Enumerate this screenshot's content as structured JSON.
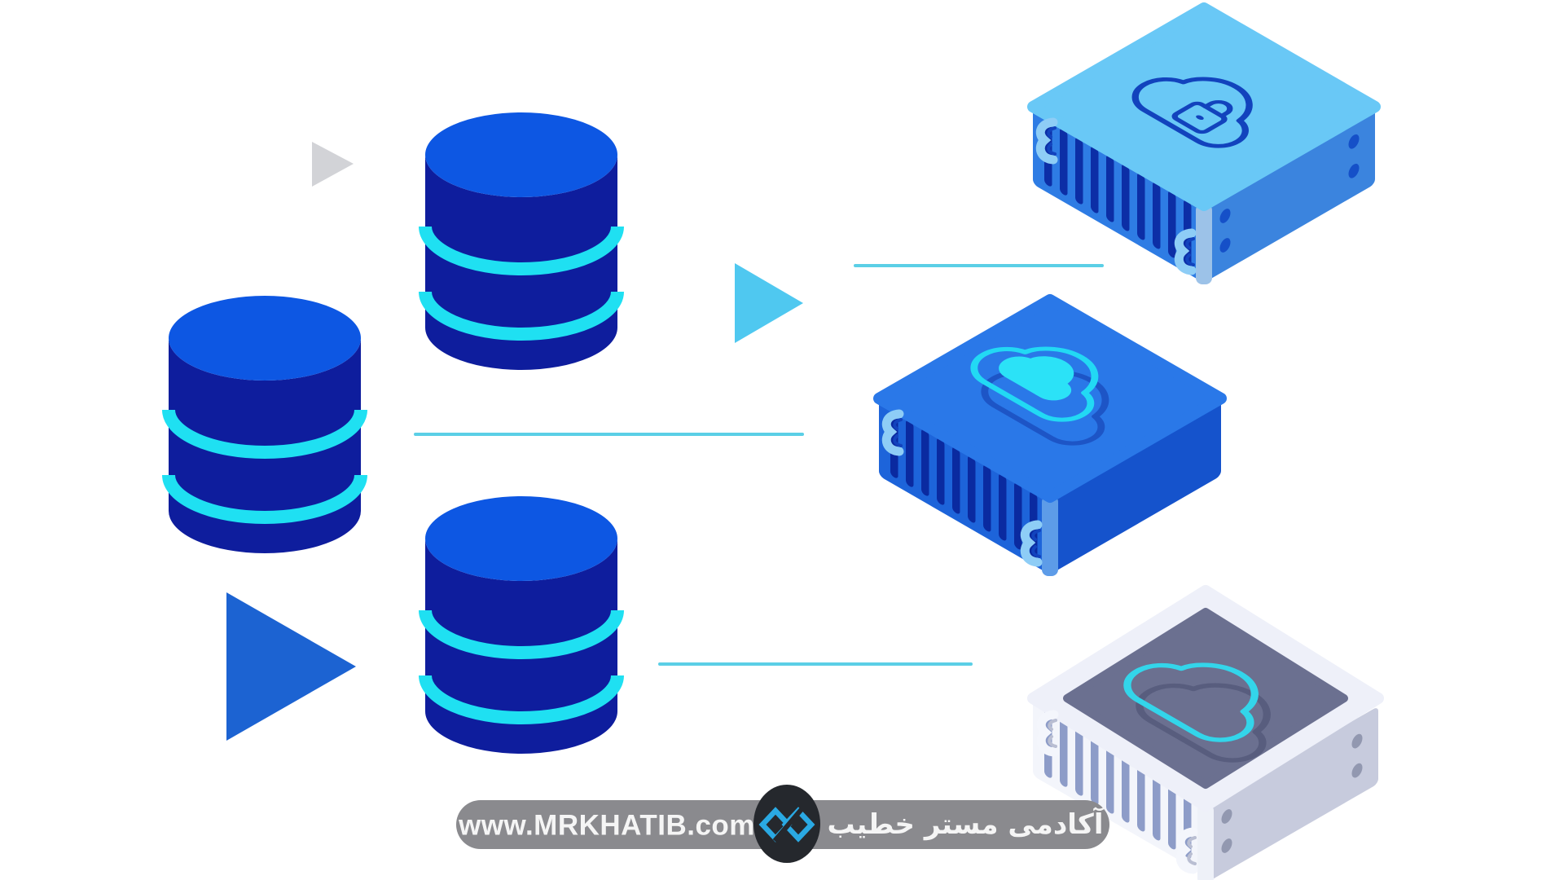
{
  "title": "Databases replicating to cloud servers — illustration",
  "footer": {
    "website": "www.MRKHATIB.com",
    "academy_fa": "آکادمی مستر خطیب",
    "logo": "mrkhatib-logo"
  },
  "scene": {
    "databases": [
      {
        "id": "database-left"
      },
      {
        "id": "database-top-center"
      },
      {
        "id": "database-bottom-center"
      }
    ],
    "arrows": [
      {
        "id": "arrow-gray-small",
        "direction": "right"
      },
      {
        "id": "arrow-cyan",
        "direction": "right"
      },
      {
        "id": "arrow-blue-large",
        "direction": "right"
      }
    ],
    "connectors": [
      {
        "id": "line-top"
      },
      {
        "id": "line-middle"
      },
      {
        "id": "line-bottom"
      }
    ],
    "servers": [
      {
        "id": "server-cloud-lock",
        "icon": "cloud-lock-icon"
      },
      {
        "id": "server-cloud-sync",
        "icon": "cloud-sync-icon"
      },
      {
        "id": "server-cloud-tray",
        "icon": "cloud-outline-icon"
      }
    ]
  },
  "colors": {
    "bg": "#ffffff",
    "db_top": "#0d57e3",
    "db_body": "#0e1d9d",
    "db_stripe": "#1fe0f2",
    "arrow_gray": "#d2d3d7",
    "arrow_cyan": "#4fc8f0",
    "arrow_blue": "#1c63d2",
    "line": "#5bcfe6",
    "s1_top": "#69c8f6",
    "s1_left": "#2e7ce4",
    "s1_right": "#3b84de",
    "s1_slat": "#0c2ea6",
    "s1_corner": "#9cc2e8",
    "s1_screw": "#1550c8",
    "s1_icon": "#1243bd",
    "s2_top": "#2a78e8",
    "s2_left": "#1d64da",
    "s2_right": "#1553cc",
    "s2_slat": "#0a2aa0",
    "s2_corner": "#5d9ce8",
    "s2_cloud": "#22d9f4",
    "s2_cloud_fill": "#2be2f7",
    "s2_cloud_shadow": "#1d55c6",
    "s3_top": "#eef0f9",
    "s3_inset": "#6b7090",
    "s3_left": "#f3f5fb",
    "s3_right": "#c7cbdd",
    "s3_slat": "#8d9cc8",
    "s3_screw": "#9298b0",
    "s3_corner": "#eef1f8",
    "s3_cloud": "#33d5ea",
    "s3_cloud_shadow": "#585d7e",
    "handle_light": "#8ecdf6",
    "handle_navy": "#1243bd",
    "handle_white": "#f4f6fc",
    "handle_gray": "#b9bed2",
    "footer_bar": "#8a8a8e",
    "footer_text": "#f5f5f5",
    "badge_bg": "#25282d",
    "logo": "#2aa9e3"
  }
}
